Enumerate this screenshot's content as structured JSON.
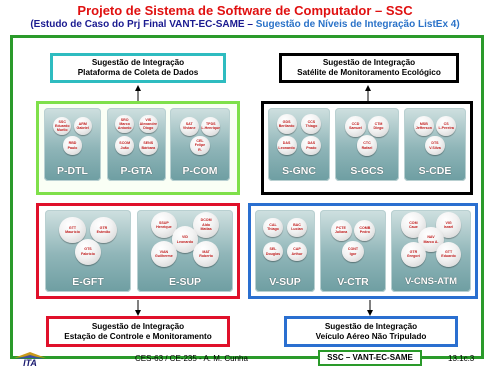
{
  "title": "Projeto de Sistema de Software de Computador – SSC",
  "subtitle_part1": "(Estudo de Caso do Prj Final VANT-EC-SAME –",
  "subtitle_part2": "Sugestão de Níveis de Integração ListEx 4)",
  "suggestions": {
    "top_left": [
      "Sugestão de Integração",
      "Plataforma de Coleta de Dados"
    ],
    "top_right": [
      "Sugestão de Integração",
      "Satélite de Monitoramento Ecológico"
    ],
    "bottom_left": [
      "Sugestão de Integração",
      "Estação de Controle e Monitoramento"
    ],
    "bottom_right": [
      "Sugestão de Integração",
      "Veículo Aéreo Não Tripulado"
    ]
  },
  "groups": {
    "pcd": {
      "color": "#7fe04a",
      "tiles": [
        {
          "name": "P-DTL",
          "balls": [
            "SSC\nEduardo\nMurilo",
            "ARM\nGabriel",
            "RBD\nPaulo"
          ]
        },
        {
          "name": "P-GTA",
          "balls": [
            "SRO\nMarco\nAntonio",
            "VIS\nAlexandre\nDiogo",
            "SCOM\nJoão",
            "SENS\nBárbara"
          ]
        },
        {
          "name": "P-COM",
          "balls": [
            "SAT\nViviane",
            "TPDS\nL.Henrique",
            "CEL\nFelipe\nR."
          ]
        }
      ]
    },
    "sat": {
      "color": "#000000",
      "tiles": [
        {
          "name": "S-GNC",
          "balls": [
            "GDS\nBerilardo",
            "CCS\nThiago",
            "DAS\nLeonardo",
            "DAS\nPrado"
          ]
        },
        {
          "name": "S-GCS",
          "balls": [
            "CCD\nSamuel",
            "CTM\nDiego",
            "CTC\nRafael"
          ]
        },
        {
          "name": "S-CDE",
          "balls": [
            "MSB\nJefferson",
            "CS\nL.Pereira",
            "DTS\nV.Silva"
          ]
        }
      ]
    },
    "ecm": {
      "color": "#e0102a",
      "tiles": [
        {
          "name": "E-GFT",
          "balls": [
            "GTT\nMaurício",
            "GTR\nEstevão",
            "GTS\nFabrício"
          ]
        },
        {
          "name": "E-SUP",
          "balls": [
            "SSUP\nHenrique",
            "DCOM\nAldo\nMatias",
            "VID\nLeonardo",
            "VIAN\nGuilherme",
            "MAT\nRoberto"
          ]
        }
      ]
    },
    "vant": {
      "color": "#2a6fd0",
      "tiles": [
        {
          "name": "V-SUP",
          "balls": [
            "CAL\nThiago",
            "BAC\nLucian",
            "SEL\nDouglas",
            "CAP\nArthur"
          ]
        },
        {
          "name": "V-CTR",
          "balls": [
            "PCTE\nJuliana",
            "COMB\nPedro",
            "CONT\nIgor"
          ]
        },
        {
          "name": "V-CNS-ATM",
          "balls": [
            "COM\nCaue",
            "VIG\nIsrael",
            "NAV\nMarco A.",
            "GTR\nGregori",
            "GTT\nEduardo"
          ]
        }
      ]
    }
  },
  "footer": {
    "course": "CES-63 / CE-235 - A. M. Cunha",
    "badge": "SSC – VANT-EC-SAME",
    "page": "13.1c.3",
    "logo_text": "ITA"
  },
  "colors": {
    "title": "#e01010",
    "frame": "#2a9a2a",
    "subtitle_link": "#2a72c8"
  }
}
